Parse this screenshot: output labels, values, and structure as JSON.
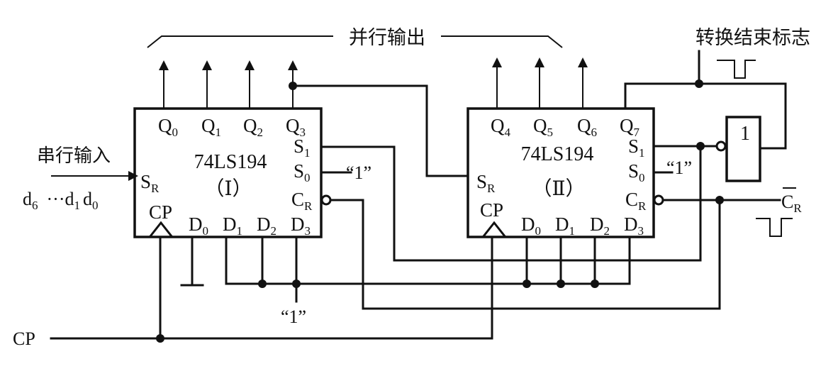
{
  "diagram": {
    "title_parallel_output": "并行输出",
    "title_conversion_end_flag": "转换结束标志",
    "serial_input_label": "串行输入",
    "serial_data": {
      "d6": "d",
      "d6_sub": "6",
      "ellipsis": "···",
      "d1": "d",
      "d1_sub": "1",
      "d0": "d",
      "d0_sub": "0"
    },
    "clock_input_label": "CP",
    "clear_input": {
      "main": "C",
      "sub": "R",
      "overbar": true
    },
    "logic_one": "“1”",
    "not_gate_symbol": "1",
    "chips": [
      {
        "name": "74LS194",
        "index_label": "（Ⅰ）",
        "outputs": [
          {
            "main": "Q",
            "sub": "0"
          },
          {
            "main": "Q",
            "sub": "1"
          },
          {
            "main": "Q",
            "sub": "2"
          },
          {
            "main": "Q",
            "sub": "3"
          }
        ],
        "inputs": [
          {
            "main": "D",
            "sub": "0"
          },
          {
            "main": "D",
            "sub": "1"
          },
          {
            "main": "D",
            "sub": "2"
          },
          {
            "main": "D",
            "sub": "3"
          }
        ],
        "s1": {
          "main": "S",
          "sub": "1"
        },
        "s0": {
          "main": "S",
          "sub": "0"
        },
        "cr": {
          "main": "C",
          "sub": "R"
        },
        "sr": {
          "main": "S",
          "sub": "R"
        },
        "cp": "CP"
      },
      {
        "name": "74LS194",
        "index_label": "（Ⅱ）",
        "outputs": [
          {
            "main": "Q",
            "sub": "4"
          },
          {
            "main": "Q",
            "sub": "5"
          },
          {
            "main": "Q",
            "sub": "6"
          },
          {
            "main": "Q",
            "sub": "7"
          }
        ],
        "inputs": [
          {
            "main": "D",
            "sub": "0"
          },
          {
            "main": "D",
            "sub": "1"
          },
          {
            "main": "D",
            "sub": "2"
          },
          {
            "main": "D",
            "sub": "3"
          }
        ],
        "s1": {
          "main": "S",
          "sub": "1"
        },
        "s0": {
          "main": "S",
          "sub": "0"
        },
        "cr": {
          "main": "C",
          "sub": "R"
        },
        "sr": {
          "main": "S",
          "sub": "R"
        },
        "cp": "CP"
      }
    ]
  }
}
